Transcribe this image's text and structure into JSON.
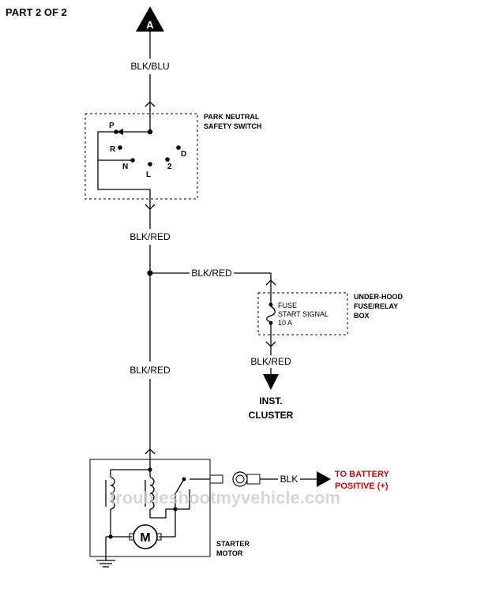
{
  "header": {
    "part_label": "PART 2 OF 2"
  },
  "connector": {
    "letter": "A"
  },
  "wires": {
    "top": "BLK/BLU",
    "below_switch": "BLK/RED",
    "branch": "BLK/RED",
    "mid": "BLK/RED",
    "to_cluster": "BLK/RED",
    "to_battery": "BLK"
  },
  "switch": {
    "title_line1": "PARK NEUTRAL",
    "title_line2": "SAFETY SWITCH",
    "positions": {
      "p": "P",
      "r": "R",
      "n": "N",
      "l": "L",
      "two": "2",
      "d": "D"
    }
  },
  "fusebox": {
    "title_line1": "UNDER-HOOD",
    "title_line2": "FUSE/RELAY",
    "title_line3": "BOX",
    "fuse_line1": "FUSE",
    "fuse_line2": "START SIGNAL",
    "fuse_line3": "10 A"
  },
  "cluster": {
    "line1": "INST.",
    "line2": "CLUSTER"
  },
  "battery": {
    "line1": "TO BATTERY",
    "line2": "POSITIVE (+)",
    "color": "#e00000"
  },
  "starter": {
    "line1": "STARTER",
    "line2": "MOTOR",
    "motor_symbol": "M"
  },
  "watermark": "troubleshootmyvehicle.com"
}
